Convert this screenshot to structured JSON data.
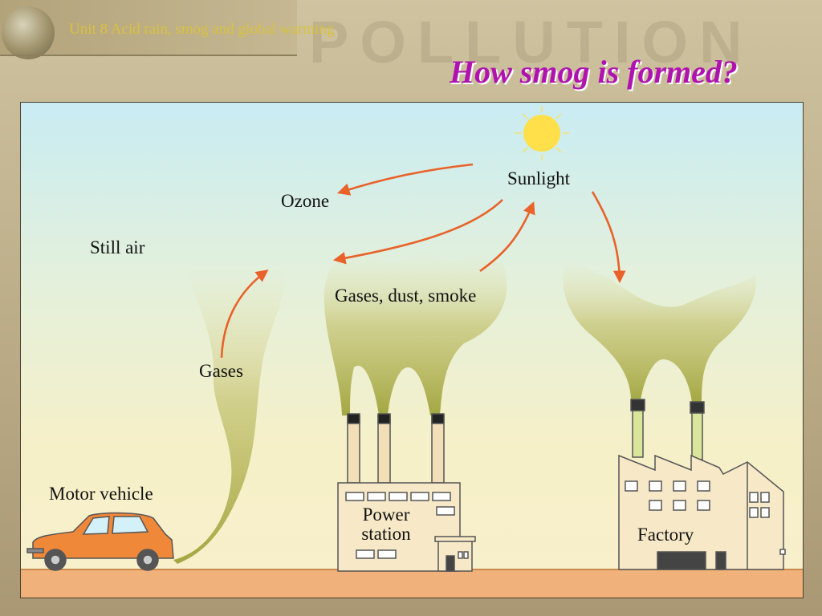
{
  "header": {
    "unit_title": "Unit 8  Acid rain, smog and global warming",
    "background_word": "POLLUTION"
  },
  "slide_title": "How smog is formed?",
  "labels": {
    "sunlight": "Sunlight",
    "ozone": "Ozone",
    "still_air": "Still air",
    "gases_dust_smoke": "Gases, dust, smoke",
    "gases": "Gases",
    "motor_vehicle": "Motor vehicle",
    "power_station_line1": "Power",
    "power_station_line2": "station",
    "factory": "Factory"
  },
  "colors": {
    "title": "#b012b0",
    "unit_title": "#d9c23e",
    "arrow": "#e8622a",
    "smoke": "#b9b95a",
    "sun": "#ffe04a",
    "car": "#f0883a",
    "ground": "#f0b27a"
  }
}
